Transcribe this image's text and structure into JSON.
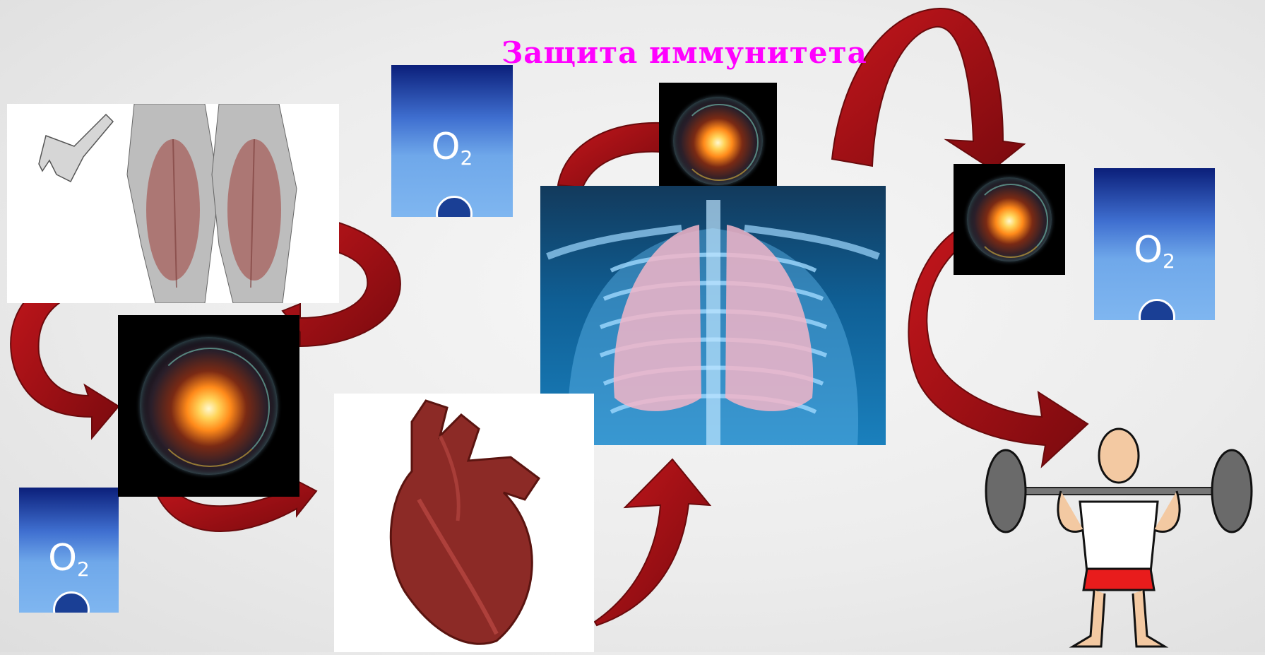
{
  "title": "Защита иммунитета",
  "o2_label": "O",
  "o2_sub": "2",
  "colors": {
    "title": "#ff00ff",
    "arrow": "#b01418",
    "arrow_dark": "#7a0a0e",
    "o2_top": "#0b1f7a",
    "o2_bottom": "#7fb6f0"
  },
  "images": [
    "muscles",
    "heart",
    "lungs",
    "weightlifter",
    "energy-orb"
  ]
}
